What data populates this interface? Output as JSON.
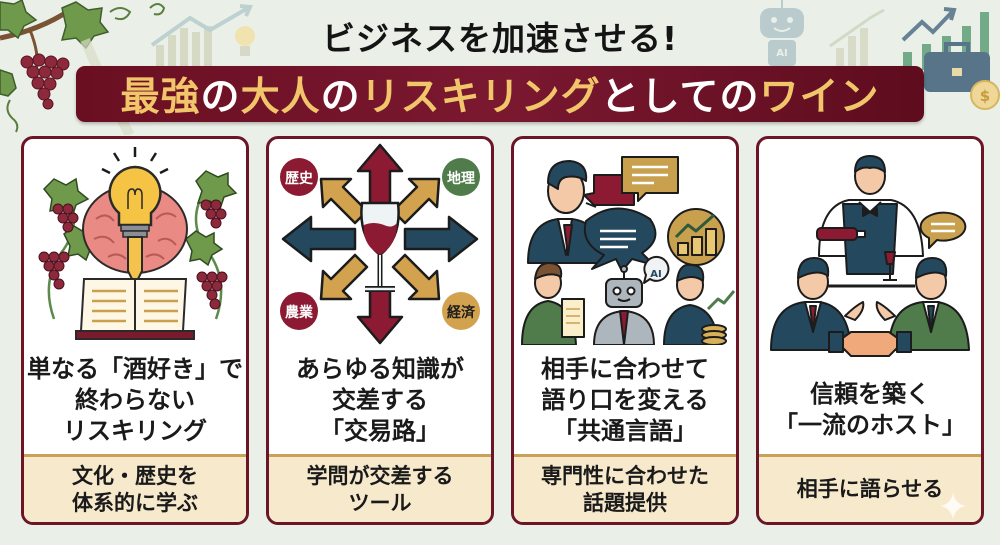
{
  "header": {
    "subtitle": "ビジネスを加速させる!",
    "banner_segments": [
      {
        "text": "最強",
        "color": "gold"
      },
      {
        "text": "の",
        "color": "white"
      },
      {
        "text": "大人",
        "color": "gold"
      },
      {
        "text": "の",
        "color": "white"
      },
      {
        "text": "リスキリング",
        "color": "gold"
      },
      {
        "text": "としての",
        "color": "white"
      },
      {
        "text": "ワイン",
        "color": "gold"
      }
    ],
    "deco_icons": [
      "grape-vine-icon",
      "bar-chart-icon",
      "lightbulb-icon",
      "ai-robot-icon",
      "growth-chart-icon",
      "briefcase-icon",
      "dollar-coin-icon"
    ],
    "robot_label": "AI"
  },
  "colors": {
    "background": "#eaf0e8",
    "banner": "#6a0f22",
    "gold_text": "#f1c66a",
    "card_border": "#6b1526",
    "footer_bg": "#f7e9cc",
    "footer_border": "#c9a257",
    "navy": "#1f3f5b",
    "wine": "#8b1a32",
    "mustard": "#c9a04e",
    "green": "#4f7c4a"
  },
  "cards": [
    {
      "illustration": "brain-lightbulb-book-grapes",
      "title_lines": [
        "単なる「酒好き」で",
        "終わらない",
        "リスキリング"
      ],
      "footer_lines": [
        "文化・歴史を",
        "体系的に学ぶ"
      ]
    },
    {
      "illustration": "wine-glass-crossroads-arrows",
      "badges": {
        "top_left": "歴史",
        "top_right": "地理",
        "bottom_left": "農業",
        "bottom_right": "経済"
      },
      "title_lines": [
        "あらゆる知識が",
        "交差する",
        "「交易路」"
      ],
      "footer_lines": [
        "学問が交差する",
        "ツール"
      ]
    },
    {
      "illustration": "speaker-speech-bubbles-audience",
      "ai_bubble": "AI",
      "title_lines": [
        "相手に合わせて",
        "語り口を変える",
        "「共通言語」"
      ],
      "footer_lines": [
        "専門性に合わせた",
        "話題提供"
      ]
    },
    {
      "illustration": "sommelier-pouring-handshake",
      "title_lines": [
        "信頼を築く",
        "「一流のホスト」"
      ],
      "footer_lines": [
        "相手に語らせる"
      ]
    }
  ]
}
